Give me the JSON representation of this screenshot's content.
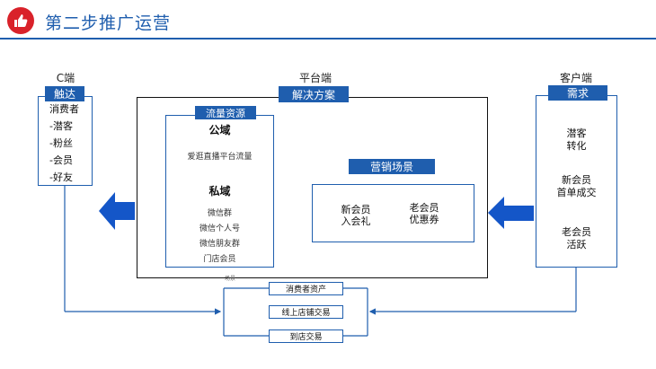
{
  "header": {
    "title": "第二步推广运营",
    "icon": "thumbs-up-icon",
    "accent_color": "#1f5eae",
    "icon_bg_color": "#d9222a"
  },
  "left": {
    "label": "C端",
    "tag": "触达",
    "items": [
      "消费者",
      "-潜客",
      "-粉丝",
      "-会员",
      "-好友"
    ]
  },
  "center": {
    "label": "平台端",
    "tag": "解决方案",
    "traffic": {
      "tag": "流量资源",
      "public_title": "公域",
      "public_item": "爱逛直播平台流量",
      "private_title": "私域",
      "private_items": [
        "微信群",
        "微信个人号",
        "微信朋友群",
        "门店会员"
      ]
    },
    "marketing": {
      "tag": "营销场景",
      "scenario_1": [
        "新会员",
        "入会礼"
      ],
      "scenario_2": [
        "老会员",
        "优惠券"
      ]
    }
  },
  "right": {
    "label": "客户端",
    "tag": "需求",
    "groups": [
      [
        "潜客",
        "转化"
      ],
      [
        "新会员",
        "首单成交"
      ],
      [
        "老会员",
        "活跃"
      ]
    ]
  },
  "transactions": {
    "small_label": "场景",
    "items": [
      "消费者资产",
      "线上店铺交易",
      "到店交易"
    ]
  }
}
